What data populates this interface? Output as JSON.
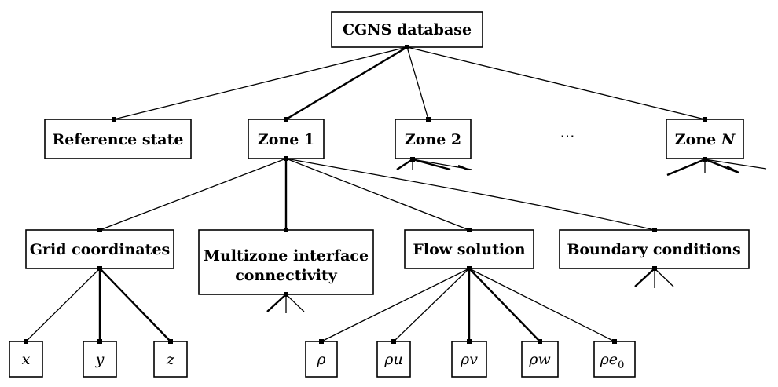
{
  "root": {
    "label": "CGNS database"
  },
  "level1": {
    "reference_state": "Reference state",
    "zone1": "Zone 1",
    "zone2": "Zone 2",
    "ellipsis": "⋯",
    "zoneN_prefix": "Zone ",
    "zoneN_var": "N"
  },
  "level2": {
    "grid_coordinates": "Grid coordinates",
    "multizone_line1": "Multizone interface",
    "multizone_line2": "connectivity",
    "flow_solution": "Flow solution",
    "boundary_conditions": "Boundary conditions"
  },
  "grid_leaves": [
    "x",
    "y",
    "z"
  ],
  "flow_leaves": {
    "rho": "ρ",
    "rho_u": "ρu",
    "rho_v": "ρv",
    "rho_w": "ρw",
    "rho_e": "ρe",
    "rho_e_sub": "0"
  }
}
